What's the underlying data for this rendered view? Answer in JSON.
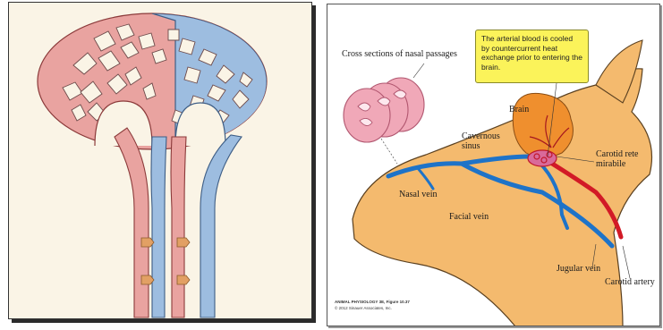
{
  "left_figure": {
    "colors": {
      "arterial": "#e9a3a0",
      "venous": "#9dbde0",
      "arterial_edge": "#8b3a3a",
      "venous_edge": "#3e5e86",
      "exchange": "#e2a064",
      "background": "#faf4e6"
    }
  },
  "right_figure": {
    "callout": "The arterial blood is cooled by countercurrent heat exchange prior to entering the brain.",
    "labels": {
      "cross_sections": "Cross sections of nasal passages",
      "brain": "Brain",
      "cavernous_sinus": "Cavernous sinus",
      "carotid_rete": "Carotid rete mirabile",
      "nasal_vein": "Nasal vein",
      "facial_vein": "Facial vein",
      "jugular_vein": "Jugular vein",
      "carotid_artery": "Carotid artery"
    },
    "credit_title": "ANIMAL PHYSIOLOGY 3E, Figure 10.37",
    "credit_sub": "© 2012 Sinauer Associates, Inc.",
    "colors": {
      "head": "#f4ba6e",
      "head_outline": "#5a4020",
      "brain": "#ef8f2e",
      "vein": "#1e73c8",
      "artery": "#d21a26",
      "callout": "#fbf35a",
      "nasal": "#f0a8b8"
    }
  }
}
